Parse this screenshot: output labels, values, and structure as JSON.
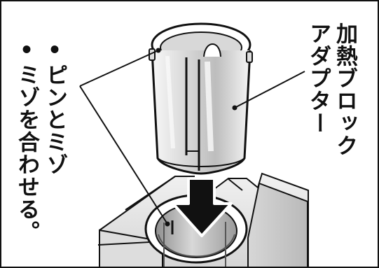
{
  "diagram": {
    "left_label_column_1": "•ピンとミゾ",
    "left_label_column_2": "•ミゾを合わせる。",
    "right_label_column_1": "加熱ブロック",
    "right_label_column_2": "アダプター"
  },
  "colors": {
    "ink": "#111111",
    "light_gray": "#e9e9e9",
    "mid_gray": "#bdbdbd",
    "dark_gray": "#777777",
    "white": "#ffffff"
  }
}
